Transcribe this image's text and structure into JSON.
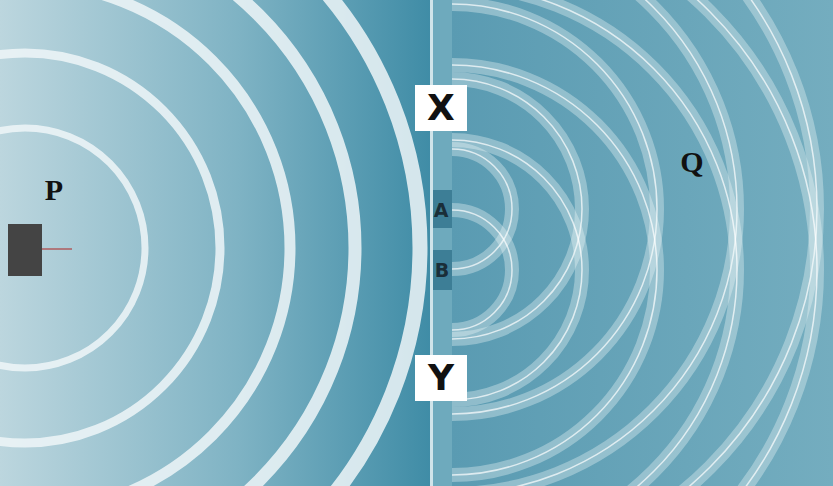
{
  "diagram": {
    "nodes": [
      {
        "text": [
          "X"
        ]
      },
      {
        "text": [
          "Y"
        ]
      }
    ],
    "labels": [
      "P",
      "A",
      "B",
      "Q"
    ]
  }
}
